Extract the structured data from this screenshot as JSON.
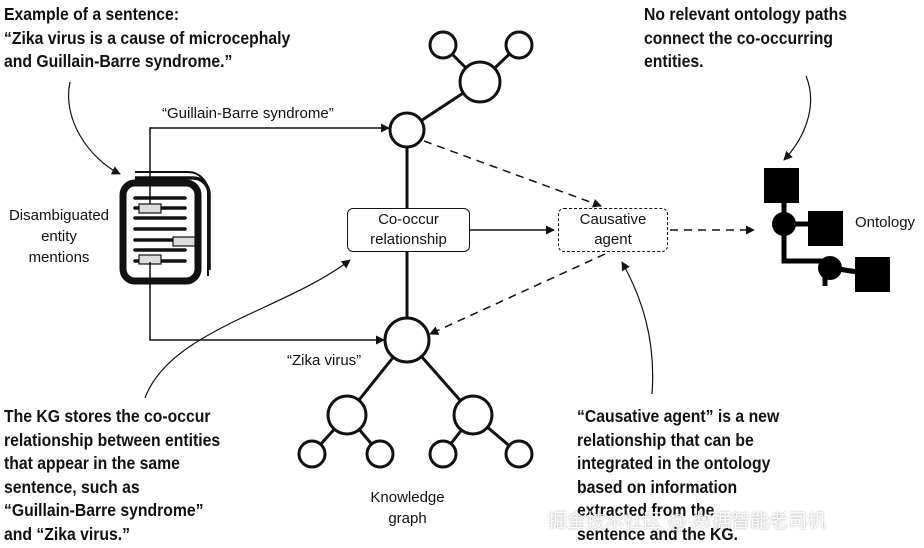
{
  "notes": {
    "sentence_example": [
      "Example of a sentence:",
      "“Zika virus is a cause of microcephaly",
      "and Guillain-Barre syndrome.”"
    ],
    "no_paths": [
      "No relevant ontology paths",
      "connect the co-occurring",
      "entities."
    ],
    "kg_stores": [
      "The KG stores the co-occur",
      "relationship between entities",
      "that appear in the same",
      "sentence, such as",
      "“Guillain-Barre syndrome”",
      "and “Zika virus.”"
    ],
    "causative_new": [
      "“Causative agent” is a new",
      "relationship that can be",
      "integrated in the ontology",
      "based on information",
      "extracted from the",
      "sentence and the KG."
    ]
  },
  "labels": {
    "guillain_barre": "“Guillain-Barre syndrome”",
    "zika_virus": "“Zika virus”",
    "disambiguated": [
      "Disambiguated",
      "entity",
      "mentions"
    ],
    "ontology": "Ontology",
    "knowledge_graph": [
      "Knowledge",
      "graph"
    ]
  },
  "boxes": {
    "cooccur": [
      "Co-occur",
      "relationship"
    ],
    "causative": [
      "Causative",
      "agent"
    ]
  },
  "watermark": "掘金技术社区 @ 数据智能老司机"
}
